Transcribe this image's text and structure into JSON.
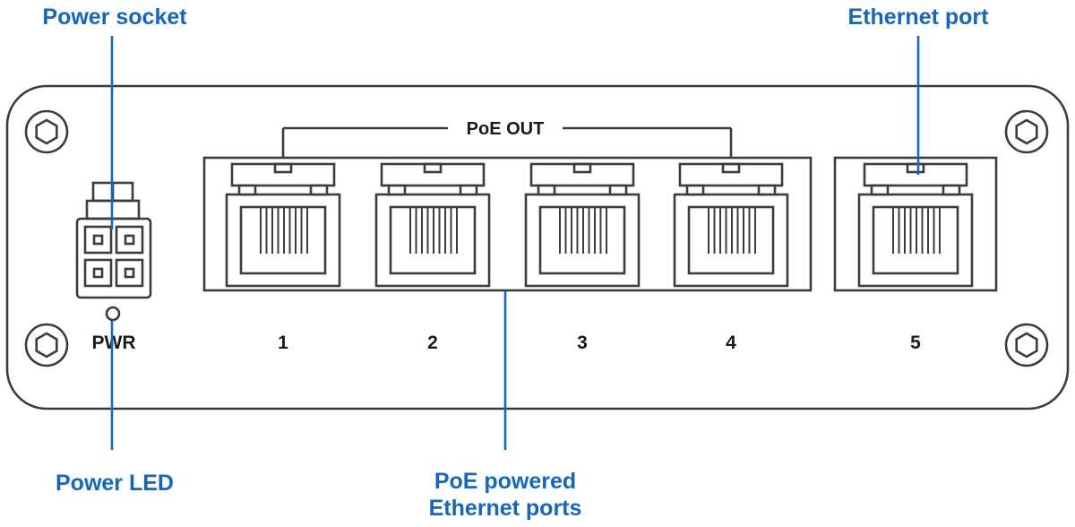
{
  "colors": {
    "accent": "#1366c2",
    "outline": "#3c3c3c",
    "text": "#1a1a1a"
  },
  "callouts": {
    "power_socket": "Power socket",
    "ethernet_port": "Ethernet port",
    "power_led": "Power LED",
    "poe_ports_line1": "PoE powered",
    "poe_ports_line2": "Ethernet ports"
  },
  "panel": {
    "poe_out": "PoE OUT",
    "pwr": "PWR"
  },
  "ports": [
    "1",
    "2",
    "3",
    "4",
    "5"
  ]
}
